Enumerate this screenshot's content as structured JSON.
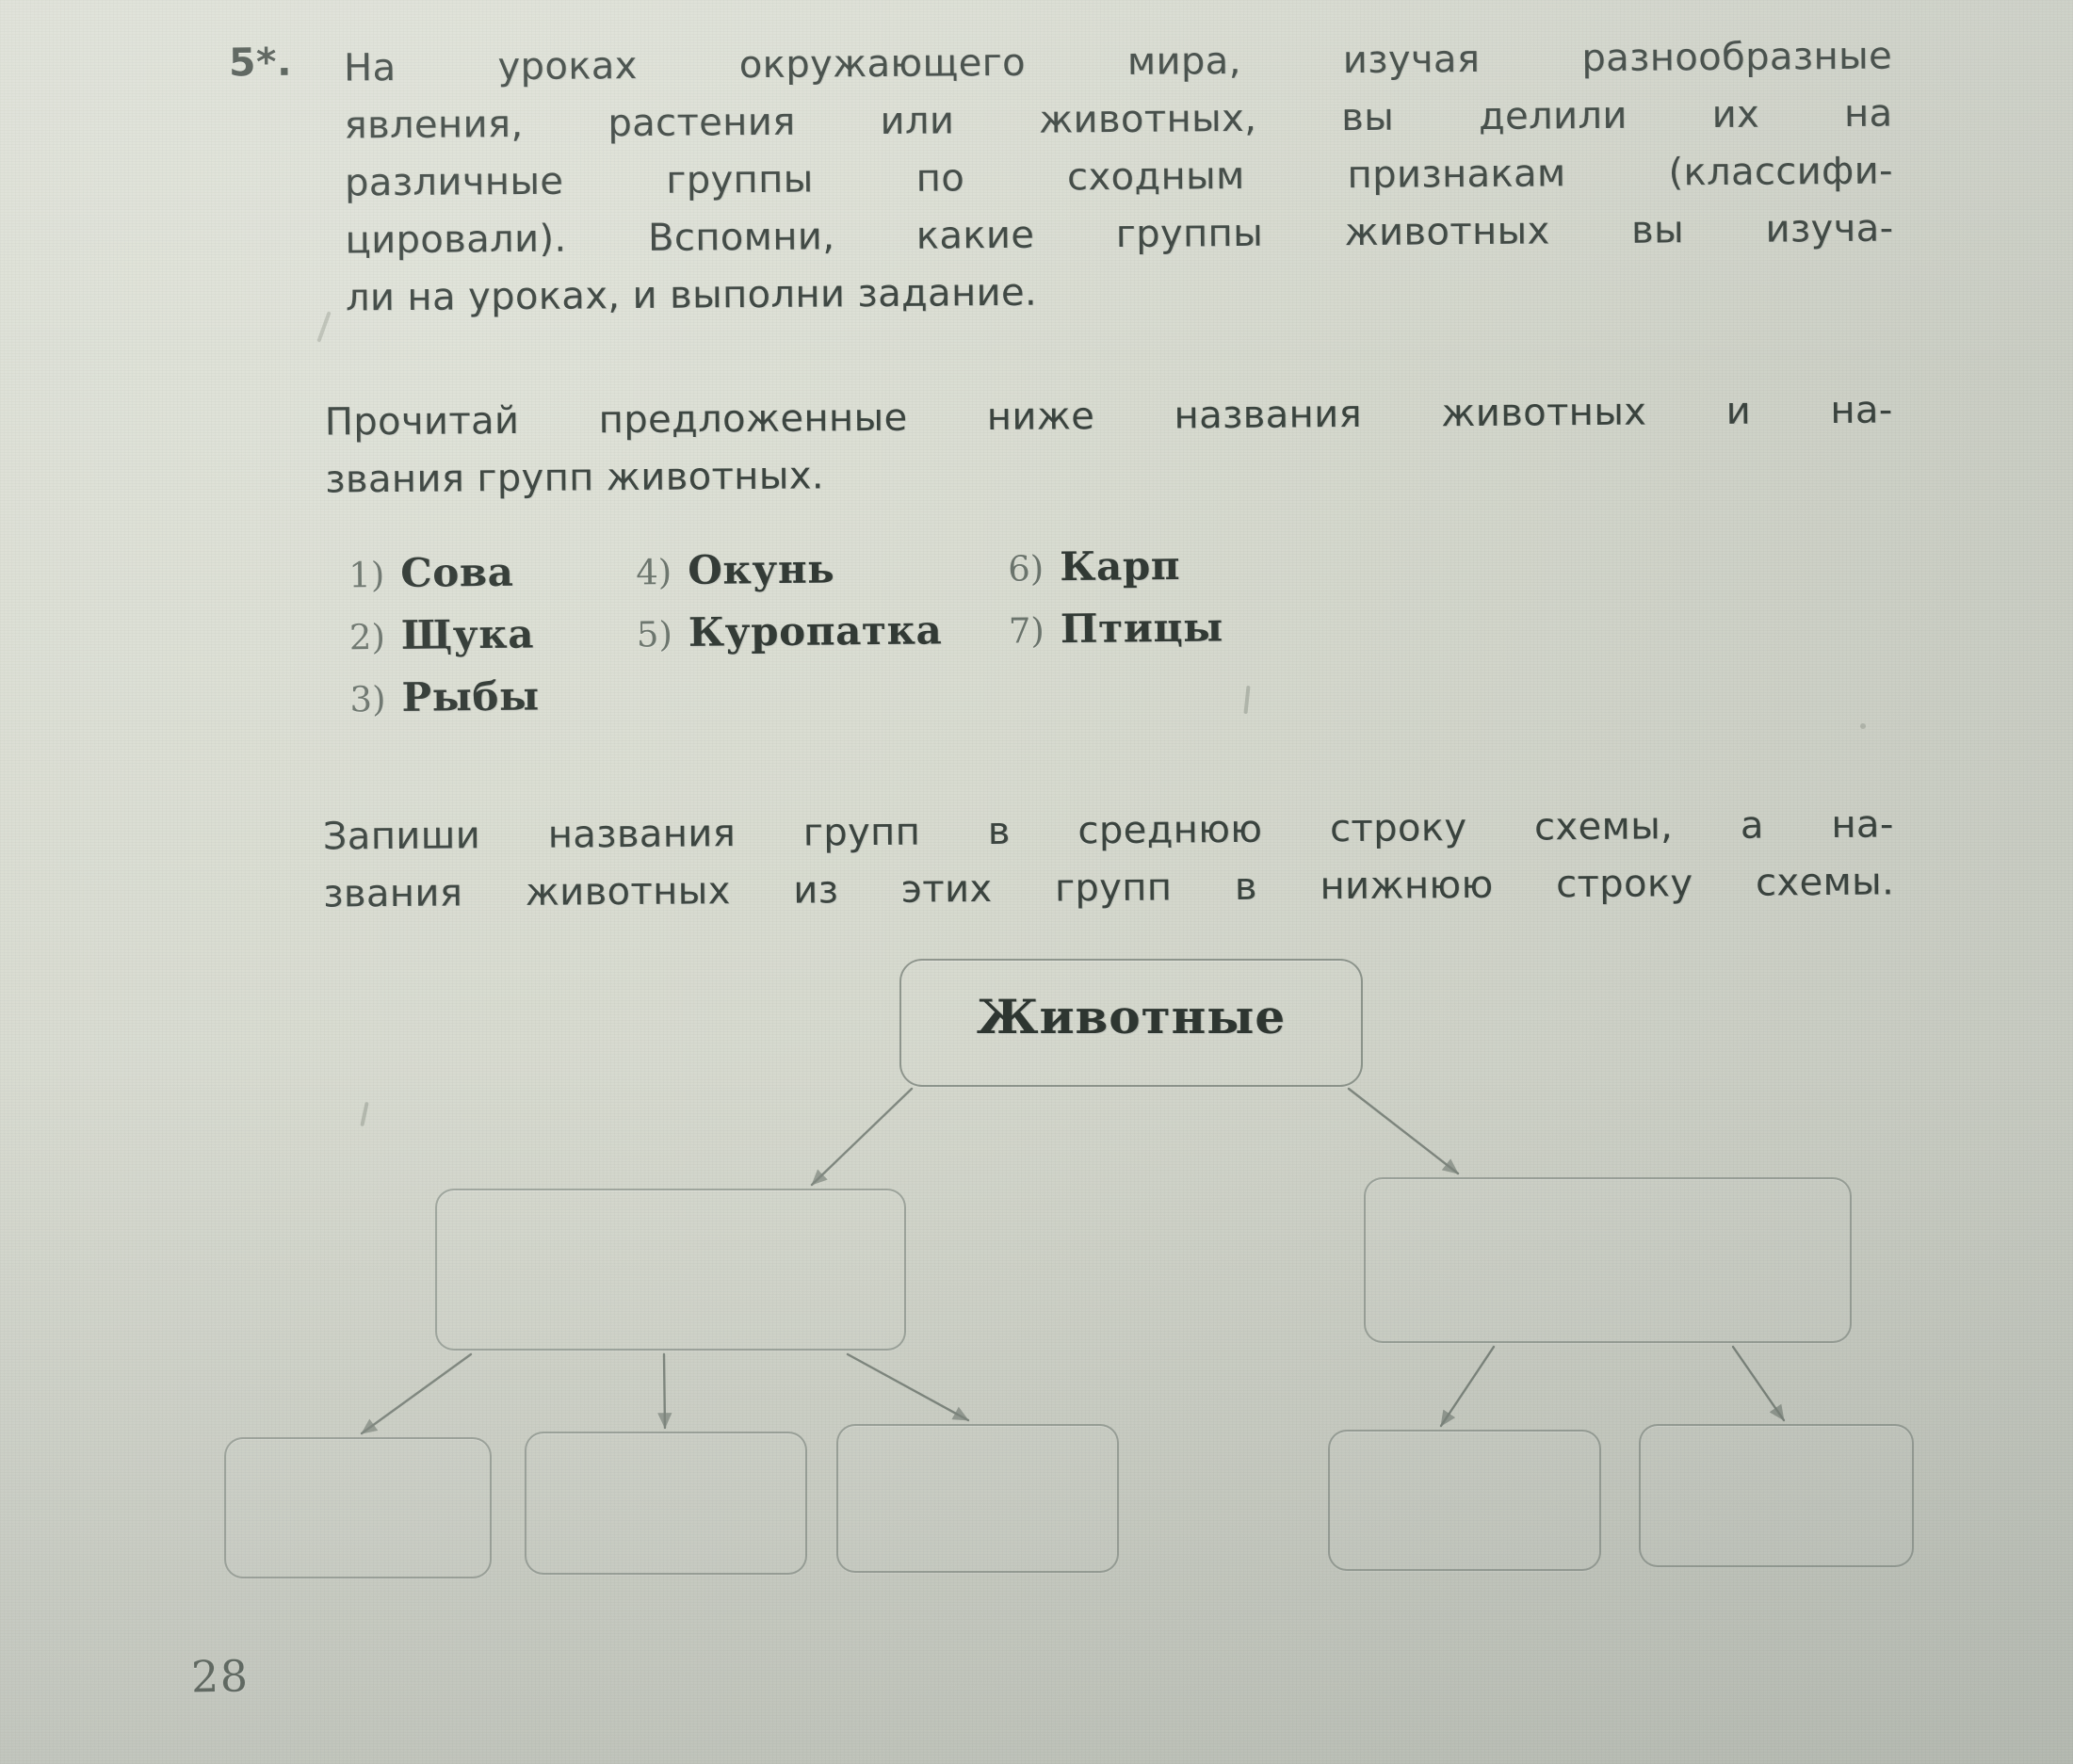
{
  "page": {
    "number": "28",
    "paper_color": "#d7dace",
    "ink_color": "#3b443f"
  },
  "exercise": {
    "number": "5*.",
    "paragraph1": {
      "lines": [
        "На уроках окружающего мира, изучая разнообразные",
        "явления, растения или животных, вы делили их на",
        "различные группы по сходным признакам (классифи-",
        "цировали). Вспомни, какие группы животных вы изуча-",
        "ли на уроках, и выполни задание."
      ],
      "words": [
        [
          "На",
          "уроках",
          "окружающего",
          "мира,",
          "изучая",
          "разнообразные"
        ],
        [
          "явления,",
          "растения",
          "или",
          "животных,",
          "вы",
          "делили",
          "их",
          "на"
        ],
        [
          "различные",
          "группы",
          "по",
          "сходным",
          "признакам",
          "(классифи-"
        ],
        [
          "цировали).",
          "Вспомни,",
          "какие",
          "группы",
          "животных",
          "вы",
          "изуча-"
        ],
        [
          "ли на уроках, и выполни задание."
        ]
      ]
    },
    "paragraph2": {
      "lines": [
        "Прочитай предложенные ниже названия животных и на-",
        "звания групп животных."
      ],
      "words": [
        [
          "Прочитай",
          "предложенные",
          "ниже",
          "названия",
          "животных",
          "и",
          "на-"
        ],
        [
          "звания групп животных."
        ]
      ]
    },
    "paragraph3": {
      "lines": [
        "Запиши названия групп в среднюю строку схемы, а на-",
        "звания животных из этих групп в нижнюю строку схемы."
      ],
      "words": [
        [
          "Запиши",
          "названия",
          "групп",
          "в",
          "среднюю",
          "строку",
          "схемы,",
          "а",
          "на-"
        ],
        [
          "звания",
          "животных",
          "из",
          "этих",
          "групп",
          "в",
          "нижнюю",
          "строку",
          "схемы."
        ]
      ]
    }
  },
  "animal_list": {
    "columns": [
      {
        "items": [
          {
            "num": "1)",
            "label": "Сова"
          },
          {
            "num": "2)",
            "label": "Щука"
          },
          {
            "num": "3)",
            "label": "Рыбы"
          }
        ]
      },
      {
        "items": [
          {
            "num": "4)",
            "label": "Окунь"
          },
          {
            "num": "5)",
            "label": "Куропатка"
          }
        ]
      },
      {
        "items": [
          {
            "num": "6)",
            "label": "Карп"
          },
          {
            "num": "7)",
            "label": "Птицы"
          }
        ]
      }
    ]
  },
  "diagram": {
    "root": {
      "label": "Животные"
    },
    "middle_row": [
      {
        "label": ""
      },
      {
        "label": ""
      }
    ],
    "bottom_row": [
      {
        "label": ""
      },
      {
        "label": ""
      },
      {
        "label": ""
      },
      {
        "label": ""
      },
      {
        "label": ""
      }
    ],
    "line_color": "#4f5a53"
  }
}
